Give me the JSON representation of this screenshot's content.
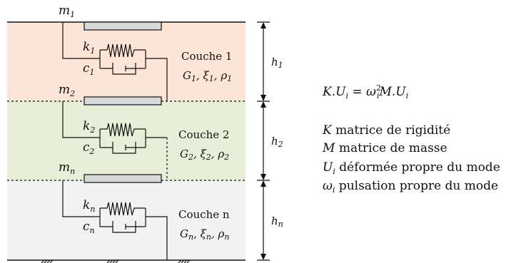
{
  "colors": {
    "layer1": "#fce4d6",
    "layer2": "#e8efd9",
    "layern": "#f2f2f2",
    "mass": "#d9d9d9",
    "line": "#111111"
  },
  "layers": [
    {
      "mass": {
        "base": "m",
        "sub": "1"
      },
      "k": {
        "base": "k",
        "sub": "1"
      },
      "c": {
        "base": "c",
        "sub": "1"
      },
      "name": "Couche 1",
      "params": {
        "G": "G",
        "G_sub": "1",
        "xi": "ξ",
        "xi_sub": "1",
        "rho": "ρ",
        "rho_sub": "1"
      },
      "h": {
        "base": "h",
        "sub": "1"
      }
    },
    {
      "mass": {
        "base": "m",
        "sub": "2"
      },
      "k": {
        "base": "k",
        "sub": "2"
      },
      "c": {
        "base": "c",
        "sub": "2"
      },
      "name": "Couche 2",
      "params": {
        "G": "G",
        "G_sub": "2",
        "xi": "ξ",
        "xi_sub": "2",
        "rho": "ρ",
        "rho_sub": "2"
      },
      "h": {
        "base": "h",
        "sub": "2"
      }
    },
    {
      "mass": {
        "base": "m",
        "sub": "n"
      },
      "k": {
        "base": "k",
        "sub": "n"
      },
      "c": {
        "base": "c",
        "sub": "n"
      },
      "name": "Couche n",
      "params": {
        "G": "G",
        "G_sub": "n",
        "xi": "ξ",
        "xi_sub": "n",
        "rho": "ρ",
        "rho_sub": "n"
      },
      "h": {
        "base": "h",
        "sub": "n"
      }
    }
  ],
  "equation": {
    "K": "K",
    "dot1": ".",
    "U": "U",
    "U_sub": "i",
    "eq": " = ",
    "omega": "ω",
    "omega_sub": "i",
    "omega_sup": "2",
    "M": "M",
    "dot2": ".",
    "U2": "U",
    "U2_sub": "i"
  },
  "legend": [
    {
      "sym": "K",
      "sub": "",
      "text": " matrice de rigidité"
    },
    {
      "sym": "M",
      "sub": "",
      "text": " matrice de masse"
    },
    {
      "sym": "U",
      "sub": "i",
      "text": " déformée propre du mode"
    },
    {
      "sym": "ω",
      "sub": "i",
      "text": " pulsation propre du mode"
    }
  ]
}
